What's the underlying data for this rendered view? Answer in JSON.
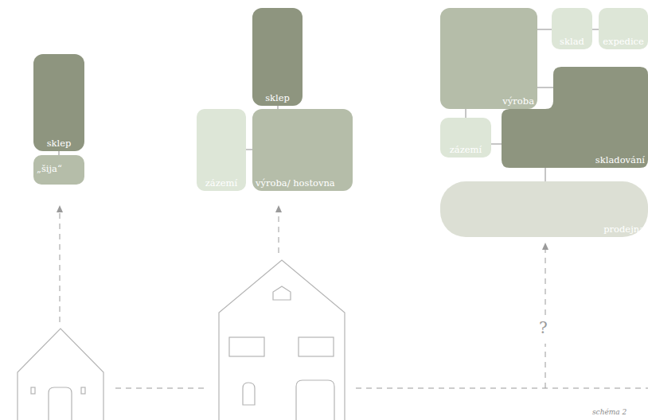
{
  "diagram": {
    "caption": "schéma 2",
    "nodes": [
      {
        "text": [
          "sklep"
        ]
      },
      {
        "text": [
          "„šija“"
        ]
      },
      {
        "text": [
          "sklep"
        ]
      },
      {
        "text": [
          "zázemí"
        ]
      },
      {
        "text": [
          "výroba/ hostovna"
        ]
      },
      {
        "text": [
          "výroba"
        ]
      },
      {
        "text": [
          "sklad"
        ]
      },
      {
        "text": [
          "expedice"
        ]
      },
      {
        "text": [
          "zázemí"
        ]
      },
      {
        "text": [
          "skladování"
        ]
      },
      {
        "text": [
          "prodejna"
        ]
      }
    ],
    "edges": [
      {
        "from": 0,
        "to": 1,
        "arrow": "none"
      },
      {
        "from": 2,
        "to": 4,
        "arrow": "none"
      },
      {
        "from": 3,
        "to": 4,
        "arrow": "none"
      },
      {
        "from": 5,
        "to": 6,
        "arrow": "none"
      },
      {
        "from": 6,
        "to": 7,
        "arrow": "none"
      },
      {
        "from": 5,
        "to": 8,
        "arrow": "none"
      },
      {
        "from": 5,
        "to": 9,
        "arrow": "none"
      },
      {
        "from": 8,
        "to": 9,
        "arrow": "none"
      },
      {
        "from": 9,
        "to": 10,
        "arrow": "none"
      }
    ],
    "labels": [
      "?"
    ]
  }
}
